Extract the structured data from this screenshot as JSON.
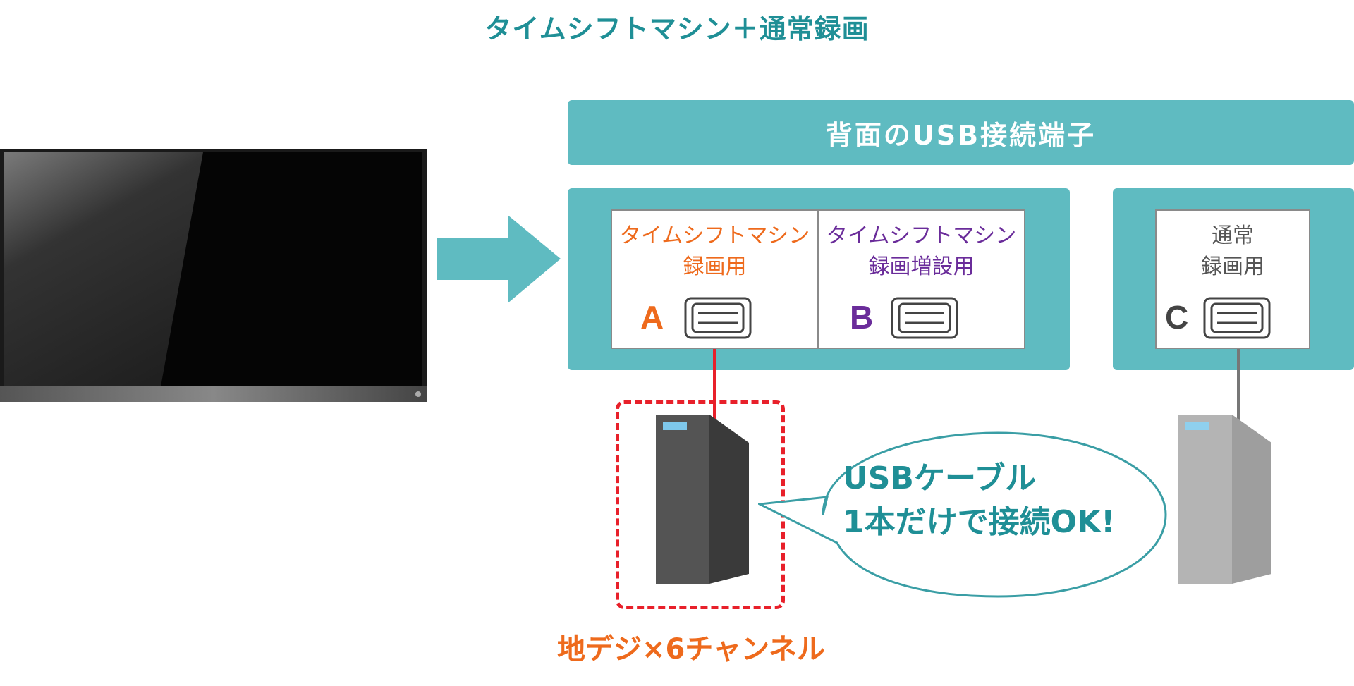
{
  "title": "タイムシフトマシン＋通常録画",
  "usb_header": "背面のUSB接続端子",
  "ports": {
    "a": {
      "label_line1": "タイムシフトマシン",
      "label_line2": "録画用",
      "letter": "A",
      "color": "#ee6a1c"
    },
    "b": {
      "label_line1": "タイムシフトマシン",
      "label_line2": "録画増設用",
      "letter": "B",
      "color": "#6a2c9a"
    },
    "c": {
      "label_line1": "通常",
      "label_line2": "録画用",
      "letter": "C",
      "color": "#444444"
    }
  },
  "bubble": {
    "line1": "USBケーブル",
    "line2": "1本だけで接続OK!"
  },
  "channels_caption": "地デジ×6チャンネル",
  "colors": {
    "teal": "#5fbbc1",
    "title_teal": "#1f8f96",
    "orange": "#ee6a1c",
    "purple": "#6a2c9a",
    "dashed_red": "#e8202a",
    "cable_red": "#e8202a",
    "cable_gray": "#777777"
  },
  "icons": [
    "tv",
    "arrow-right",
    "usb-port",
    "hdd-tower"
  ]
}
